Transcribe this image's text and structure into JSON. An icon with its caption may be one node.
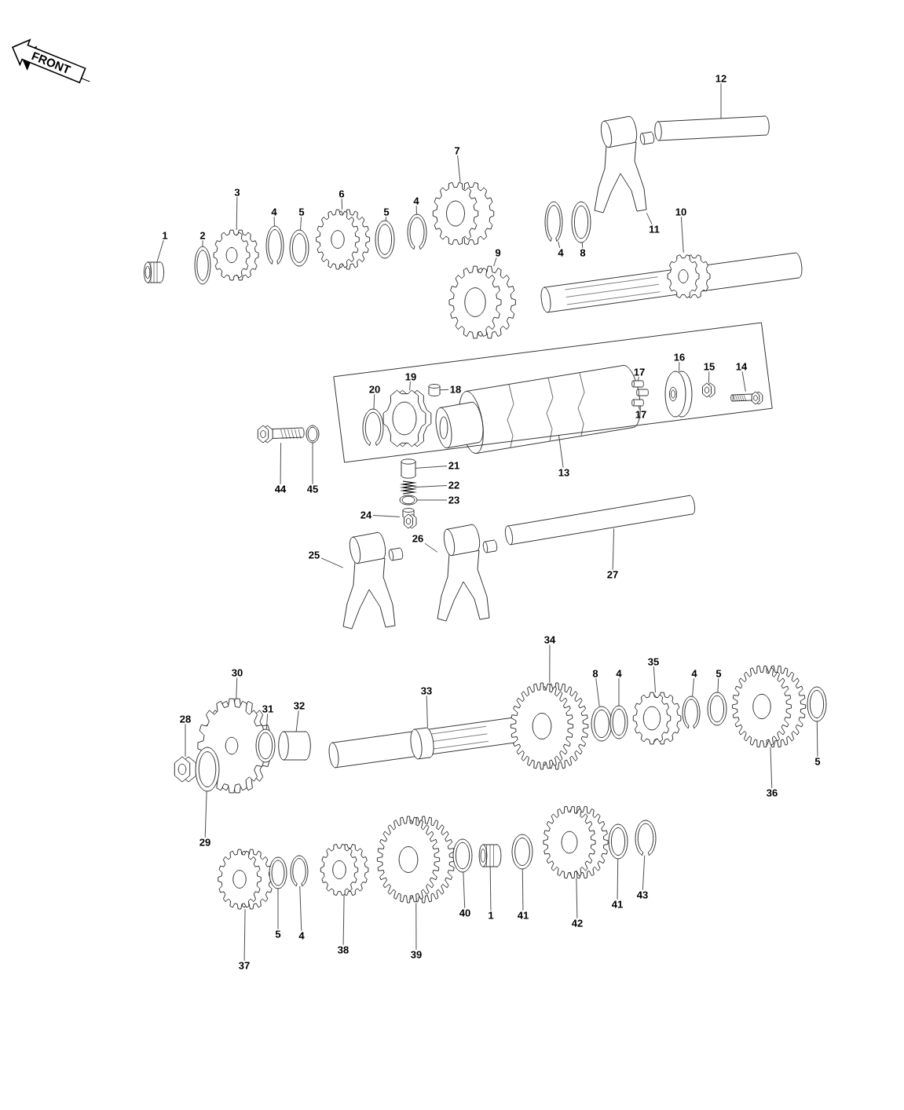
{
  "diagram": {
    "nodes": [
      {
        "text": [
          "1"
        ]
      },
      {
        "text": [],
        "shape": "picture"
      },
      {
        "text": [
          "2"
        ]
      },
      {
        "text": [],
        "shape": "picture"
      },
      {
        "text": [
          "3"
        ]
      },
      {
        "text": [],
        "shape": "picture"
      },
      {
        "text": [
          "4"
        ]
      },
      {
        "text": [],
        "shape": "picture"
      },
      {
        "text": [
          "5"
        ]
      },
      {
        "text": [],
        "shape": "picture"
      },
      {
        "text": [
          "6"
        ]
      },
      {
        "text": [],
        "shape": "picture"
      },
      {
        "text": [
          "5"
        ]
      },
      {
        "text": [],
        "shape": "picture"
      },
      {
        "text": [
          "4"
        ]
      },
      {
        "text": [],
        "shape": "picture"
      },
      {
        "text": [
          "7"
        ]
      },
      {
        "text": [],
        "shape": "picture"
      },
      {
        "text": [
          "9"
        ]
      },
      {
        "text": [],
        "shape": "picture"
      },
      {
        "text": [
          "4"
        ]
      },
      {
        "text": [],
        "shape": "picture"
      },
      {
        "text": [
          "8"
        ]
      },
      {
        "text": [],
        "shape": "picture"
      },
      {
        "text": [
          "10"
        ]
      },
      {
        "text": [],
        "shape": "picture"
      },
      {
        "text": [
          "11"
        ]
      },
      {
        "text": [],
        "shape": "picture"
      },
      {
        "text": [
          "12"
        ]
      },
      {
        "text": [],
        "shape": "picture"
      },
      {
        "text": [
          "13"
        ]
      },
      {
        "text": [],
        "shape": "box"
      },
      {
        "text": [
          "17"
        ],
        "in": 31
      },
      {
        "text": [],
        "shape": "picture",
        "in": 31
      },
      {
        "text": [
          "16"
        ],
        "in": 31
      },
      {
        "text": [],
        "shape": "picture",
        "in": 31
      },
      {
        "text": [
          "15"
        ],
        "in": 31
      },
      {
        "text": [],
        "shape": "picture",
        "in": 31
      },
      {
        "text": [
          "14"
        ],
        "in": 31
      },
      {
        "text": [],
        "shape": "picture",
        "in": 31
      },
      {
        "text": [
          "20"
        ],
        "in": 31
      },
      {
        "text": [],
        "shape": "picture",
        "in": 31
      },
      {
        "text": [
          "19"
        ],
        "in": 31
      },
      {
        "text": [],
        "shape": "picture",
        "in": 31
      },
      {
        "text": [
          "18"
        ],
        "in": 31
      },
      {
        "text": [],
        "shape": "picture",
        "in": 31
      },
      {
        "text": [
          "17"
        ],
        "in": 31
      },
      {
        "text": [],
        "shape": "picture",
        "in": 31
      },
      {
        "text": [
          "44"
        ]
      },
      {
        "text": [],
        "shape": "picture"
      },
      {
        "text": [
          "45"
        ]
      },
      {
        "text": [],
        "shape": "picture"
      },
      {
        "text": [
          "21"
        ]
      },
      {
        "text": [],
        "shape": "picture"
      },
      {
        "text": [
          "22"
        ]
      },
      {
        "text": [],
        "shape": "picture"
      },
      {
        "text": [
          "23"
        ]
      },
      {
        "text": [],
        "shape": "picture"
      },
      {
        "text": [
          "24"
        ]
      },
      {
        "text": [],
        "shape": "picture"
      },
      {
        "text": [
          "25"
        ]
      },
      {
        "text": [],
        "shape": "picture"
      },
      {
        "text": [
          "26"
        ]
      },
      {
        "text": [],
        "shape": "picture"
      },
      {
        "text": [
          "27"
        ]
      },
      {
        "text": [],
        "shape": "picture"
      },
      {
        "text": [
          "30"
        ]
      },
      {
        "text": [],
        "shape": "picture"
      },
      {
        "text": [
          "28"
        ]
      },
      {
        "text": [],
        "shape": "picture"
      },
      {
        "text": [
          "31"
        ]
      },
      {
        "text": [],
        "shape": "picture"
      },
      {
        "text": [
          "32"
        ]
      },
      {
        "text": [],
        "shape": "picture"
      },
      {
        "text": [
          "33"
        ]
      },
      {
        "text": [],
        "shape": "picture"
      },
      {
        "text": [
          "34"
        ]
      },
      {
        "text": [],
        "shape": "picture"
      },
      {
        "text": [
          "8"
        ]
      },
      {
        "text": [],
        "shape": "picture"
      },
      {
        "text": [
          "4"
        ]
      },
      {
        "text": [],
        "shape": "picture"
      },
      {
        "text": [
          "35"
        ]
      },
      {
        "text": [],
        "shape": "picture"
      },
      {
        "text": [
          "4"
        ]
      },
      {
        "text": [],
        "shape": "picture"
      },
      {
        "text": [
          "5"
        ]
      },
      {
        "text": [],
        "shape": "picture"
      },
      {
        "text": [
          "36"
        ]
      },
      {
        "text": [],
        "shape": "picture"
      },
      {
        "text": [
          "5"
        ]
      },
      {
        "text": [],
        "shape": "picture"
      },
      {
        "text": [
          "29"
        ]
      },
      {
        "text": [],
        "shape": "picture"
      },
      {
        "text": [
          "37"
        ]
      },
      {
        "text": [],
        "shape": "picture"
      },
      {
        "text": [
          "5"
        ]
      },
      {
        "text": [],
        "shape": "picture"
      },
      {
        "text": [
          "4"
        ]
      },
      {
        "text": [],
        "shape": "picture"
      },
      {
        "text": [
          "38"
        ]
      },
      {
        "text": [],
        "shape": "picture"
      },
      {
        "text": [
          "39"
        ]
      },
      {
        "text": [],
        "shape": "picture"
      },
      {
        "text": [
          "40"
        ]
      },
      {
        "text": [],
        "shape": "picture"
      },
      {
        "text": [
          "1"
        ]
      },
      {
        "text": [],
        "shape": "picture"
      },
      {
        "text": [
          "41"
        ]
      },
      {
        "text": [],
        "shape": "picture"
      },
      {
        "text": [
          "42"
        ]
      },
      {
        "text": [],
        "shape": "picture"
      },
      {
        "text": [
          "41"
        ]
      },
      {
        "text": [],
        "shape": "picture"
      },
      {
        "text": [
          "43"
        ]
      },
      {
        "text": [],
        "shape": "picture"
      }
    ],
    "edges": [
      {
        "from": 0,
        "to": 1,
        "arrow": "none"
      },
      {
        "from": 2,
        "to": 3,
        "arrow": "none"
      },
      {
        "from": 4,
        "to": 5,
        "arrow": "none"
      },
      {
        "from": 6,
        "to": 7,
        "arrow": "none"
      },
      {
        "from": 8,
        "to": 9,
        "arrow": "none"
      },
      {
        "from": 10,
        "to": 11,
        "arrow": "none"
      },
      {
        "from": 12,
        "to": 13,
        "arrow": "none"
      },
      {
        "from": 14,
        "to": 15,
        "arrow": "none"
      },
      {
        "from": 16,
        "to": 17,
        "arrow": "none"
      },
      {
        "from": 18,
        "to": 19,
        "arrow": "none"
      },
      {
        "from": 20,
        "to": 21,
        "arrow": "none"
      },
      {
        "from": 22,
        "to": 23,
        "arrow": "none"
      },
      {
        "from": 24,
        "to": 25,
        "arrow": "none"
      },
      {
        "from": 26,
        "to": 27,
        "arrow": "none"
      },
      {
        "from": 28,
        "to": 29,
        "arrow": "none"
      },
      {
        "from": 30,
        "to": 31,
        "arrow": "none"
      },
      {
        "from": 32,
        "to": 33,
        "arrow": "none"
      },
      {
        "from": 34,
        "to": 35,
        "arrow": "none"
      },
      {
        "from": 36,
        "to": 37,
        "arrow": "none"
      },
      {
        "from": 38,
        "to": 39,
        "arrow": "none"
      },
      {
        "from": 40,
        "to": 41,
        "arrow": "none"
      },
      {
        "from": 42,
        "to": 43,
        "arrow": "none"
      },
      {
        "from": 44,
        "to": 45,
        "arrow": "none"
      },
      {
        "from": 46,
        "to": 47,
        "arrow": "none"
      },
      {
        "from": 48,
        "to": 49,
        "arrow": "none"
      },
      {
        "from": 50,
        "to": 51,
        "arrow": "none"
      },
      {
        "from": 52,
        "to": 53,
        "arrow": "none"
      },
      {
        "from": 54,
        "to": 55,
        "arrow": "none"
      },
      {
        "from": 56,
        "to": 57,
        "arrow": "none"
      },
      {
        "from": 58,
        "to": 59,
        "arrow": "none"
      },
      {
        "from": 60,
        "to": 61,
        "arrow": "none"
      },
      {
        "from": 62,
        "to": 63,
        "arrow": "none"
      },
      {
        "from": 64,
        "to": 65,
        "arrow": "none"
      },
      {
        "from": 66,
        "to": 67,
        "arrow": "none"
      },
      {
        "from": 68,
        "to": 69,
        "arrow": "none"
      },
      {
        "from": 70,
        "to": 71,
        "arrow": "none"
      },
      {
        "from": 72,
        "to": 73,
        "arrow": "none"
      },
      {
        "from": 74,
        "to": 75,
        "arrow": "none"
      },
      {
        "from": 76,
        "to": 77,
        "arrow": "none"
      },
      {
        "from": 78,
        "to": 79,
        "arrow": "none"
      },
      {
        "from": 80,
        "to": 81,
        "arrow": "none"
      },
      {
        "from": 82,
        "to": 83,
        "arrow": "none"
      },
      {
        "from": 84,
        "to": 85,
        "arrow": "none"
      },
      {
        "from": 86,
        "to": 87,
        "arrow": "none"
      },
      {
        "from": 88,
        "to": 89,
        "arrow": "none"
      },
      {
        "from": 90,
        "to": 91,
        "arrow": "none"
      },
      {
        "from": 92,
        "to": 93,
        "arrow": "none"
      },
      {
        "from": 94,
        "to": 95,
        "arrow": "none"
      },
      {
        "from": 96,
        "to": 97,
        "arrow": "none"
      },
      {
        "from": 98,
        "to": 99,
        "arrow": "none"
      },
      {
        "from": 100,
        "to": 101,
        "arrow": "none"
      },
      {
        "from": 102,
        "to": 103,
        "arrow": "none"
      },
      {
        "from": 104,
        "to": 105,
        "arrow": "none"
      },
      {
        "from": 106,
        "to": 107,
        "arrow": "none"
      },
      {
        "from": 108,
        "to": 109,
        "arrow": "none"
      },
      {
        "from": 110,
        "to": 111,
        "arrow": "none"
      },
      {
        "from": 112,
        "to": 113,
        "arrow": "none"
      },
      {
        "from": 114,
        "to": 115,
        "arrow": "none"
      }
    ],
    "labels": [
      "FRONT"
    ]
  }
}
